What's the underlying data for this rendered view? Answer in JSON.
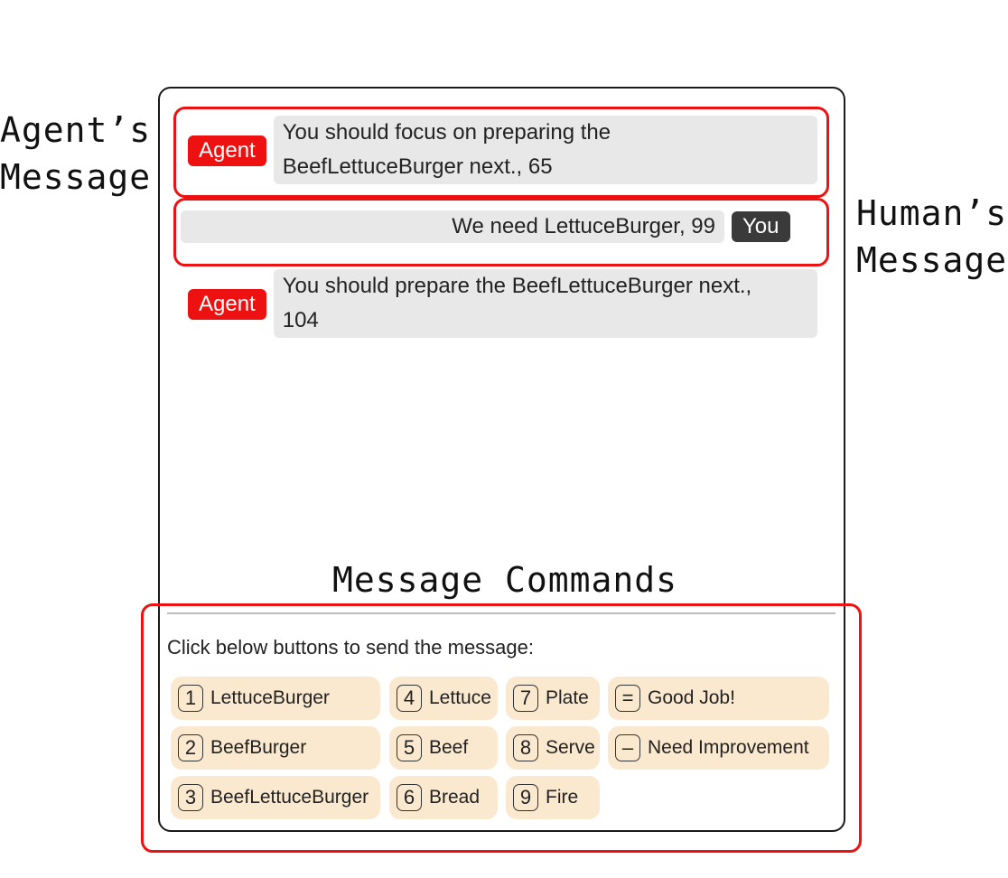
{
  "annotations": {
    "agent": "Agent’s\nMessage",
    "human": "Human’s\nMessage",
    "commands": "Message Commands"
  },
  "messages": [
    {
      "sender": "Agent",
      "text": "You should focus on preparing the BeefLettuceBurger next., 65",
      "line1": "You should focus on preparing the",
      "line2": "BeefLettuceBurger next., 65"
    },
    {
      "sender": "You",
      "text": "We need LettuceBurger, 99"
    },
    {
      "sender": "Agent",
      "text": "You should prepare the BeefLettuceBurger next., 104",
      "line1": "You should prepare the BeefLettuceBurger next.,",
      "line2": "104"
    }
  ],
  "commands": {
    "instruction": "Click below buttons to send the message:",
    "buttons": [
      {
        "key": "1",
        "label": "LettuceBurger"
      },
      {
        "key": "2",
        "label": "BeefBurger"
      },
      {
        "key": "3",
        "label": "BeefLettuceBurger"
      },
      {
        "key": "4",
        "label": "Lettuce"
      },
      {
        "key": "5",
        "label": "Beef"
      },
      {
        "key": "6",
        "label": "Bread"
      },
      {
        "key": "7",
        "label": "Plate"
      },
      {
        "key": "8",
        "label": "Serve"
      },
      {
        "key": "9",
        "label": "Fire"
      },
      {
        "key": "=",
        "label": "Good Job!"
      },
      {
        "key": "–",
        "label": "Need Improvement"
      }
    ]
  },
  "colors": {
    "highlight": "#ee1111",
    "agent_badge": "#ee1111",
    "you_badge": "#3a3a3a",
    "bubble": "#e8e8e8",
    "command_button": "#fbe9cf"
  }
}
